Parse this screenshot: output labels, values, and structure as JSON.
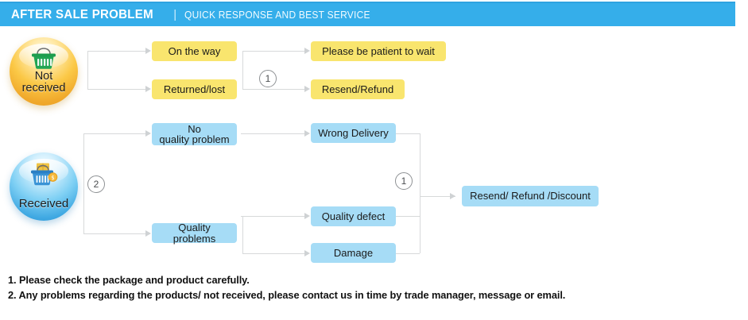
{
  "banner": {
    "title": "AFTER SALE PROBLEM",
    "separator": "|",
    "subtitle": "QUICK RESPONSE AND BEST SERVICE",
    "background_color": "#35aeea",
    "text_color": "#ffffff"
  },
  "colors": {
    "yellow_node": "#f9e56e",
    "blue_node": "#a6dcf6",
    "connector": "#d7d9da",
    "orb_not_received": "#f0a92c",
    "orb_received": "#3fa8e2"
  },
  "branches": [
    {
      "id": "not-received",
      "orb_label_line1": "Not",
      "orb_label_line2": "received",
      "icon": "shopping-basket-icon",
      "icon_color": "#1f9d4e",
      "nodes": [
        {
          "id": "on-the-way",
          "label": "On the way",
          "style": "yellow"
        },
        {
          "id": "returned-lost",
          "label": "Returned/lost",
          "style": "yellow"
        },
        {
          "id": "be-patient",
          "label": "Please be patient to wait",
          "style": "yellow"
        },
        {
          "id": "resend-refund",
          "label": "Resend/Refund",
          "style": "yellow"
        }
      ],
      "marker": "1"
    },
    {
      "id": "received",
      "orb_label_line1": "Received",
      "orb_label_line2": "",
      "icon": "shopping-basket-icon",
      "icon_color": "#2b7fc4",
      "nodes": [
        {
          "id": "no-quality-problem",
          "label_line1": "No",
          "label_line2": "quality problem",
          "style": "blue"
        },
        {
          "id": "quality-problems",
          "label": "Quality problems",
          "style": "blue"
        },
        {
          "id": "wrong-delivery",
          "label": "Wrong Delivery",
          "style": "blue"
        },
        {
          "id": "quality-defect",
          "label": "Quality defect",
          "style": "blue"
        },
        {
          "id": "damage",
          "label": "Damage",
          "style": "blue"
        },
        {
          "id": "resend-refund-discount",
          "label": "Resend/ Refund /Discount",
          "style": "blue"
        }
      ],
      "marker_branch": "2",
      "marker_merge": "1"
    }
  ],
  "notes": [
    "1. Please check the package and product carefully.",
    "2. Any problems regarding the products/ not received, please contact us in time by trade manager, message or email."
  ]
}
